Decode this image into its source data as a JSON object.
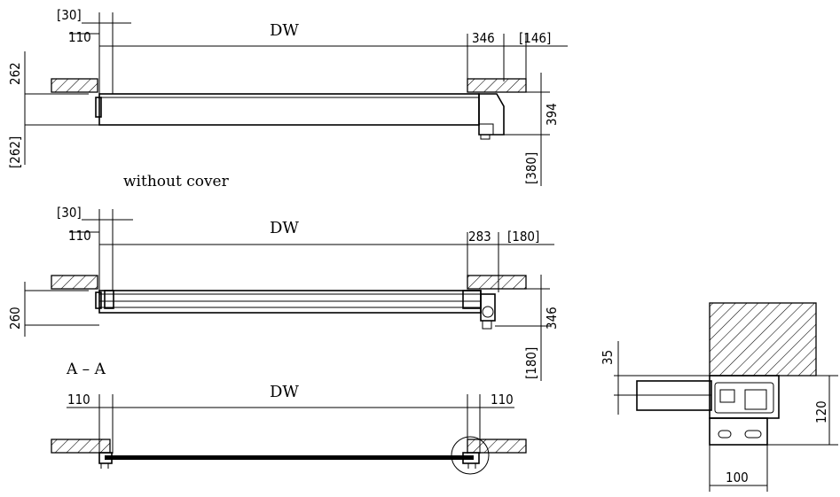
{
  "view1": {
    "dw": "DW",
    "top_left_bracket": "[30]",
    "top_left": "110",
    "top_right": "346",
    "top_right_bracket": "[146]",
    "left_height": "262",
    "left_height_bracket": "[262]",
    "right_height": "394",
    "right_height_bracket": "[380]"
  },
  "view2": {
    "caption": "without cover",
    "dw": "DW",
    "top_left_bracket": "[30]",
    "top_left": "110",
    "top_right": "283",
    "top_right_bracket": "[180]",
    "left_height": "260",
    "right_height": "346",
    "right_height_bracket": "[180]"
  },
  "view3": {
    "caption": "A – A",
    "dw": "DW",
    "left": "110",
    "right": "110"
  },
  "detail": {
    "offset": "35",
    "height": "120",
    "width": "100"
  }
}
